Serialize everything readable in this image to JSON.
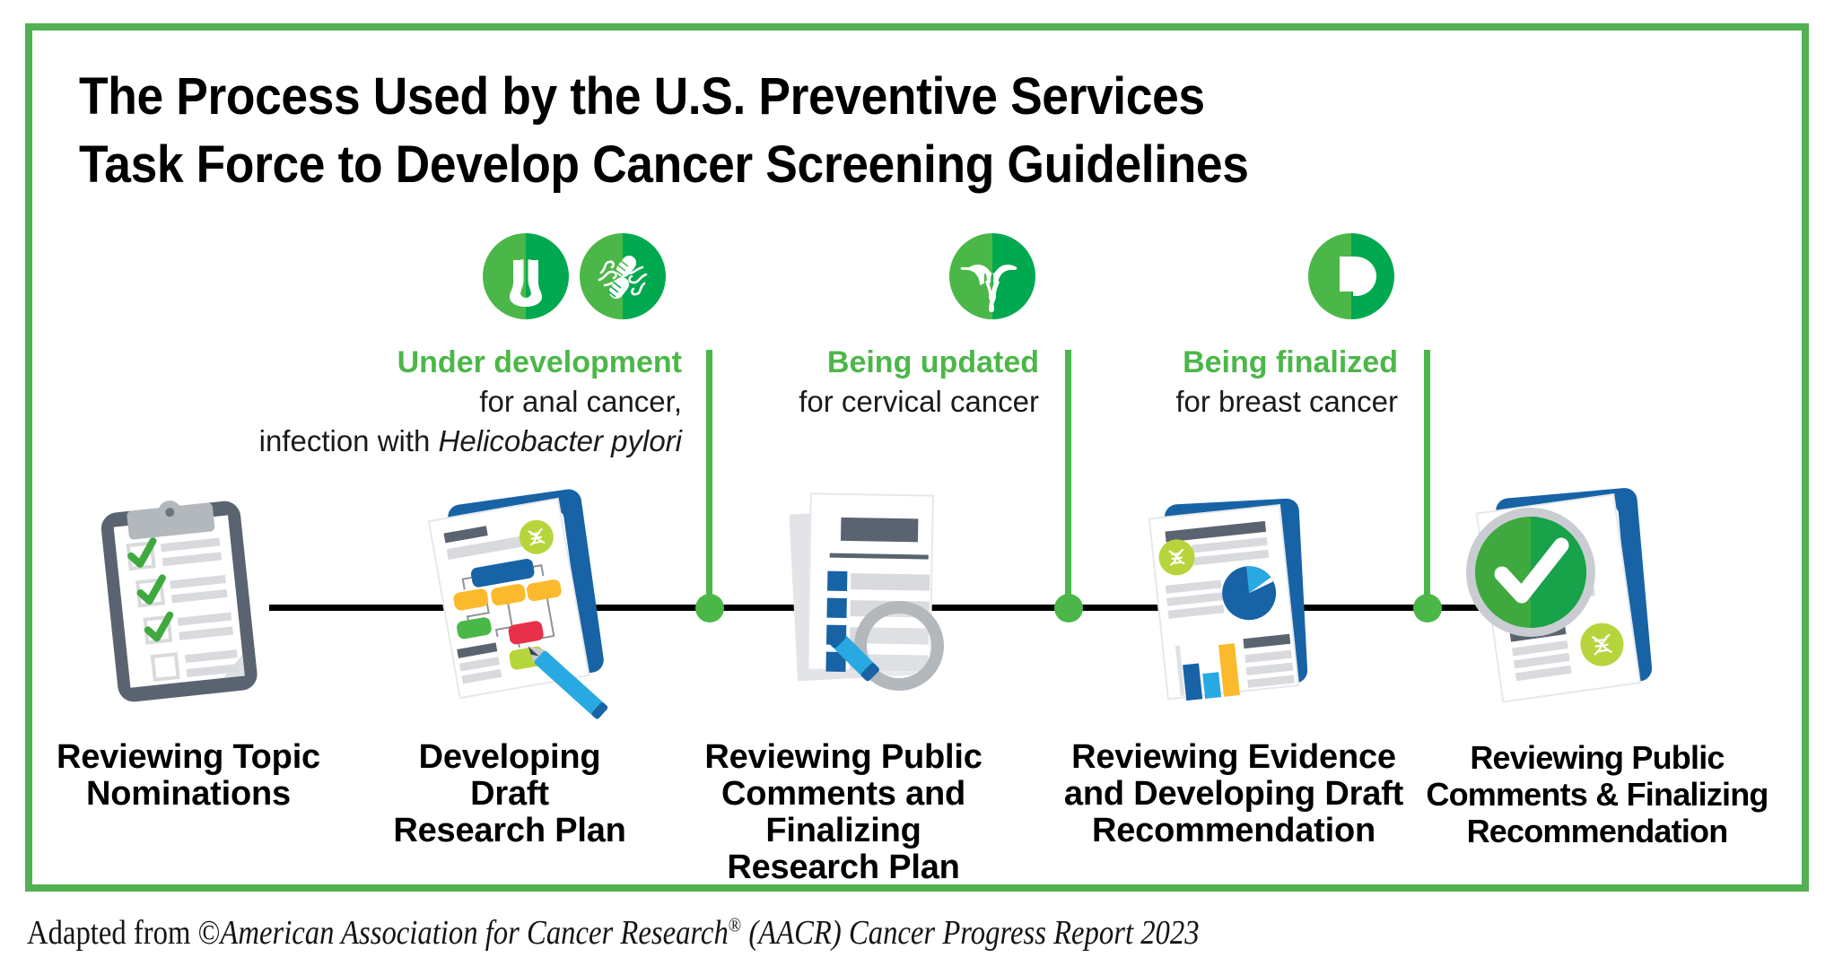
{
  "title": {
    "line1": "The Process Used by the U.S. Preventive Services",
    "line2": "Task Force to Develop Cancer Screening Guidelines"
  },
  "colors": {
    "frame_green": "#52b152",
    "accent_green": "#4cb749",
    "dark_green": "#00a94f",
    "timeline_black": "#000000",
    "doc_blue": "#1763a6",
    "lime": "#b6d53c"
  },
  "statuses": [
    {
      "id": "under-development",
      "headline": "Under development",
      "detail_plain": "for anal cancer,",
      "detail_line2_prefix": "infection with ",
      "detail_line2_italic": "Helicobacter pylori",
      "icons": [
        "anus-rectum-icon",
        "h-pylori-bacteria-icon"
      ]
    },
    {
      "id": "being-updated",
      "headline": "Being updated",
      "detail_plain": "for cervical cancer",
      "icons": [
        "uterus-cervix-icon"
      ]
    },
    {
      "id": "being-finalized",
      "headline": "Being finalized",
      "detail_plain": "for breast cancer",
      "icons": [
        "breast-icon"
      ]
    }
  ],
  "steps": [
    {
      "id": "reviewing-topic-nominations",
      "line1": "Reviewing Topic",
      "line2": "Nominations",
      "line3": "",
      "illustration": "clipboard-checklist-icon"
    },
    {
      "id": "developing-draft-research-plan",
      "line1": "Developing Draft",
      "line2": "Research Plan",
      "line3": "",
      "illustration": "research-plan-flowchart-icon"
    },
    {
      "id": "reviewing-public-comments-research-plan",
      "line1": "Reviewing Public",
      "line2": "Comments and Finalizing",
      "line3": "Research Plan",
      "illustration": "documents-magnifier-icon"
    },
    {
      "id": "reviewing-evidence-draft-recommendation",
      "line1": "Reviewing Evidence",
      "line2": "and Developing Draft",
      "line3": "Recommendation",
      "illustration": "evidence-report-charts-icon"
    },
    {
      "id": "reviewing-public-comments-finalizing-recommendation",
      "line1": "Reviewing Public",
      "line2": "Comments & Finalizing",
      "line3": "Recommendation",
      "illustration": "approved-document-check-icon"
    }
  ],
  "footer": {
    "prefix": "Adapted from ©",
    "org": "American Association for Cancer Research",
    "registered": "®",
    "suffix": " (AACR) Cancer Progress Report 2023"
  }
}
